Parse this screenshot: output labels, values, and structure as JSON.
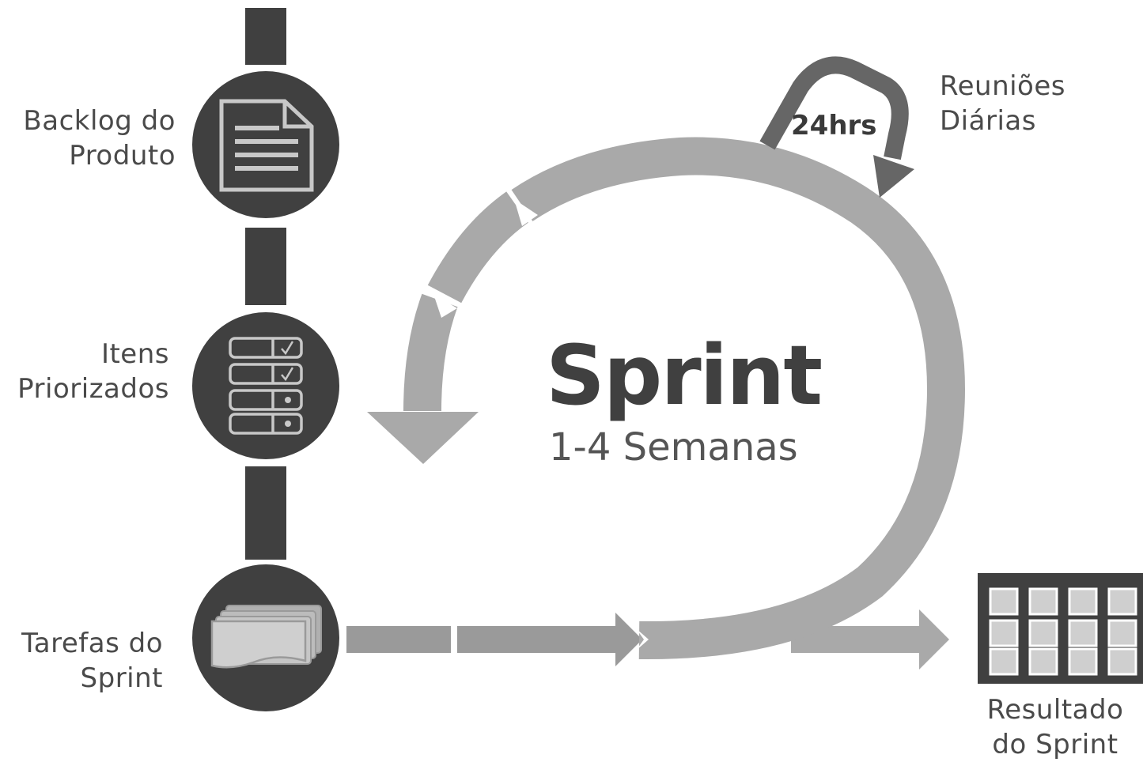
{
  "steps": [
    {
      "icon": "document-icon",
      "line1": "Backlog do",
      "line2": "Produto"
    },
    {
      "icon": "checklist-icon",
      "line1": "Itens",
      "line2": "Priorizados"
    },
    {
      "icon": "cards-stack-icon",
      "line1": "Tarefas do",
      "line2": "Sprint"
    }
  ],
  "sprint": {
    "title": "Sprint",
    "duration": "1-4 Semanas"
  },
  "daily": {
    "cycle": "24hrs",
    "line1": "Reuniões",
    "line2": "Diárias"
  },
  "result": {
    "icon": "result-grid-icon",
    "line1": "Resultado",
    "line2": "do Sprint"
  },
  "colors": {
    "dark": "#404040",
    "arrow_light": "#a9a9a9",
    "arrow_mid": "#9a9a9a",
    "arrow_dark": "#666666",
    "text": "#4a4a4a"
  }
}
